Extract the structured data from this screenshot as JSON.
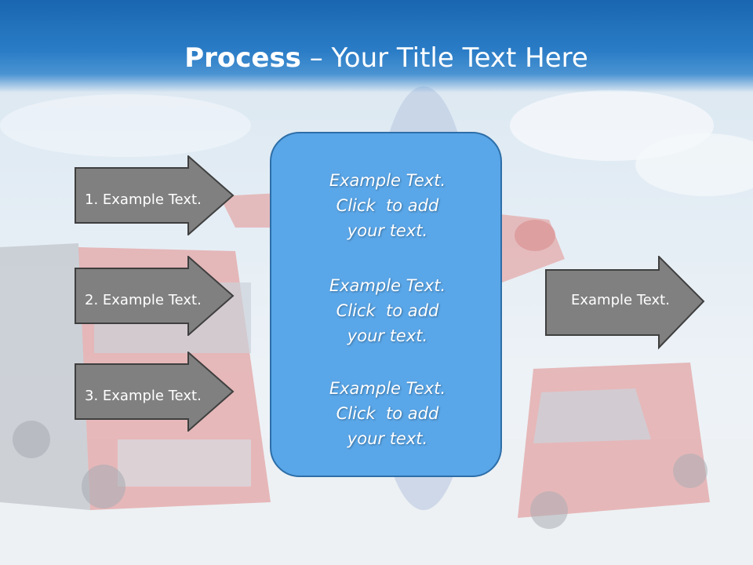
{
  "title": {
    "bold": "Process",
    "rest": " – Your Title Text Here"
  },
  "left_arrows": [
    {
      "label": "1. Example Text."
    },
    {
      "label": "2. Example Text."
    },
    {
      "label": "3. Example Text."
    }
  ],
  "center": {
    "blocks": [
      {
        "line1": "Example Text.",
        "line2": "Click  to add",
        "line3": "your text."
      },
      {
        "line1": "Example Text.",
        "line2": "Click  to add",
        "line3": "your text."
      },
      {
        "line1": "Example Text.",
        "line2": "Click  to add",
        "line3": "your text."
      }
    ]
  },
  "right_arrow": {
    "label": "Example Text."
  },
  "colors": {
    "header": "#1a66b0",
    "arrow_fill": "#808080",
    "box_fill": "#59a6e8",
    "box_border": "#2d6ea8"
  }
}
